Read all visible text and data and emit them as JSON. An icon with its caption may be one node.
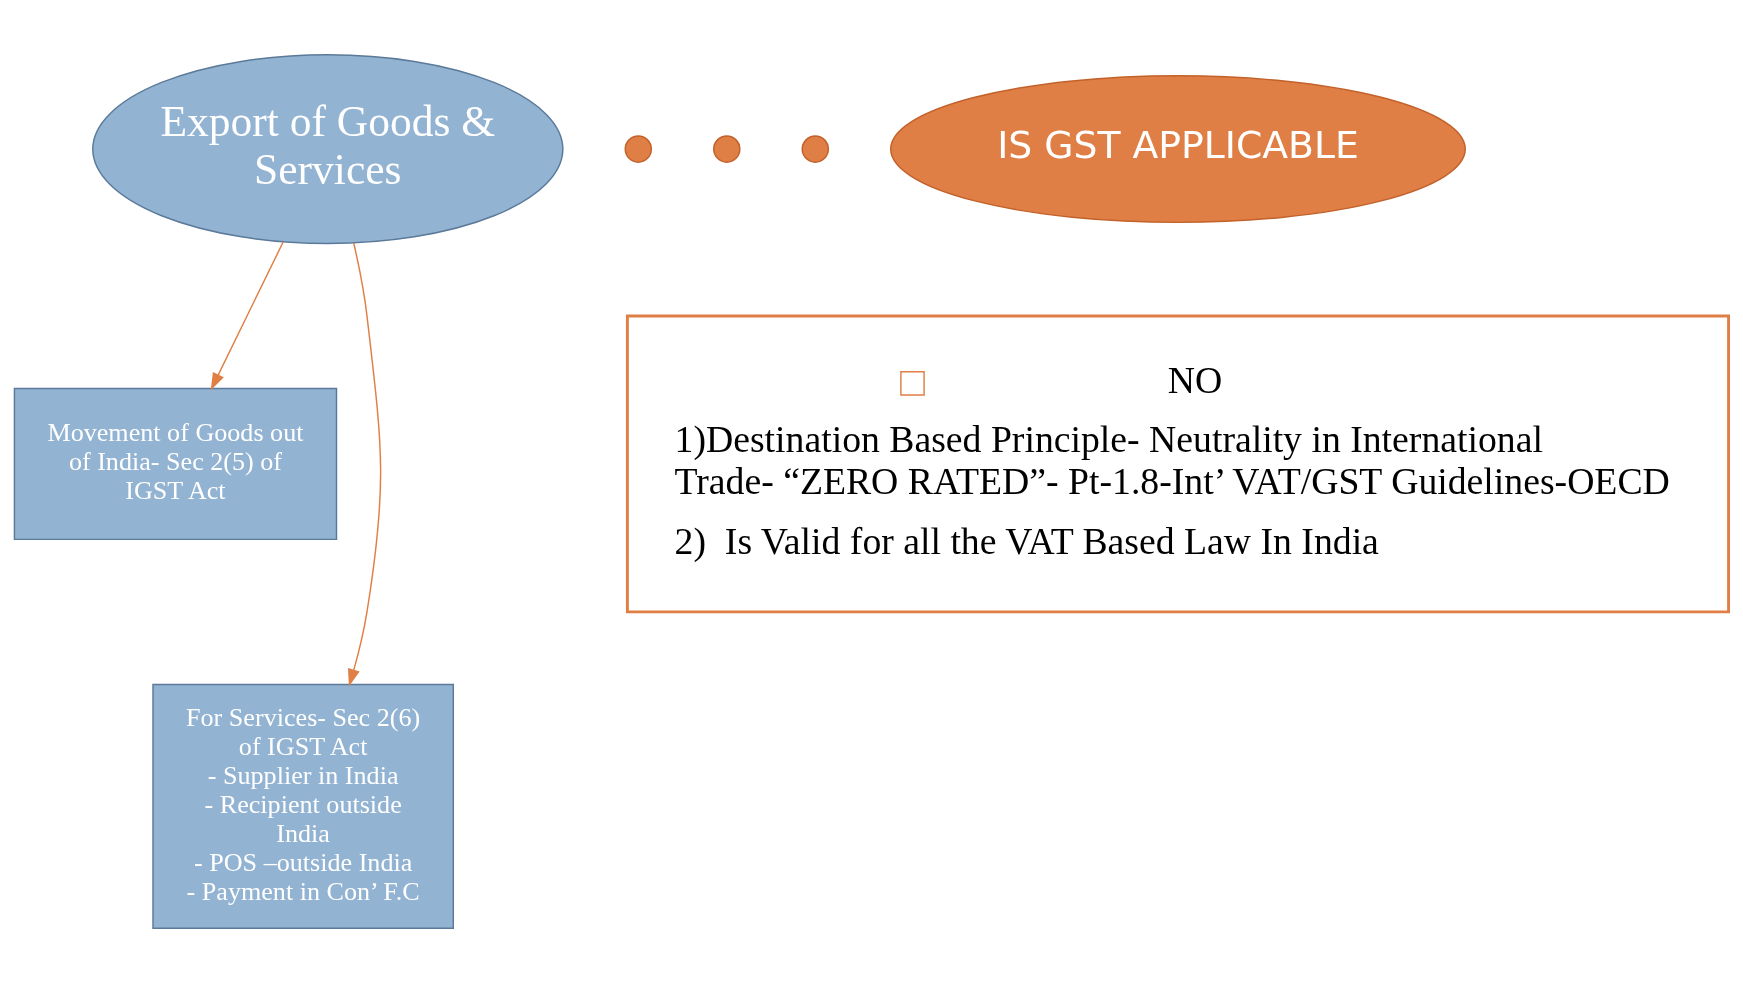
{
  "diagram": {
    "nodes": [
      {
        "text": [
          "Export of Goods & Services"
        ]
      },
      {
        "text": [],
        "shape": "circle"
      },
      {
        "text": [],
        "shape": "circle"
      },
      {
        "text": [],
        "shape": "circle"
      },
      {
        "text": [
          "IS GST APPLICABLE"
        ]
      },
      {
        "text": [
          "Movement of Goods out of India- Sec 2(5) of IGST Act"
        ]
      },
      {
        "text": [
          "For Services- Sec 2(6) of IGST Act",
          "- Supplier in India",
          "- Recipient outside India",
          "- POS –outside India",
          "- Payment in Con’ F.C"
        ]
      },
      {
        "text": [
          "NO",
          "1)Destination Based Principle- Neutrality in International Trade- “ZERO RATED”- Pt-1.8-Int’ VAT/GST Guidelines-OECD",
          "2)  Is Valid for all the VAT Based Law In India"
        ]
      }
    ],
    "edges": [
      {
        "from": 0,
        "to": 5,
        "arrow": "to",
        "color": "#e07f45"
      },
      {
        "from": 0,
        "to": 6,
        "arrow": "to",
        "color": "#e07f45"
      }
    ]
  }
}
